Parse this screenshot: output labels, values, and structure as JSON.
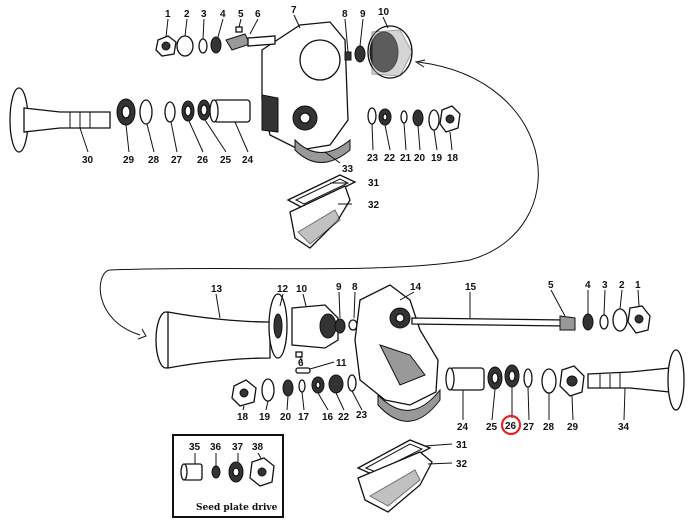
{
  "top": {
    "n1": "1",
    "n2": "2",
    "n3": "3",
    "n4": "4",
    "n5": "5",
    "n6": "6",
    "n7": "7",
    "n8": "8",
    "n9": "9",
    "n10": "10",
    "n30": "30",
    "n29": "29",
    "n28": "28",
    "n27": "27",
    "n26": "26",
    "n25": "25",
    "n24": "24",
    "n23": "23",
    "n22": "22",
    "n21": "21",
    "n20": "20",
    "n19": "19",
    "n18": "18",
    "n33": "33",
    "n31": "31",
    "n32": "32"
  },
  "bottom": {
    "n13": "13",
    "n12": "12",
    "n10": "10",
    "n9": "9",
    "n8": "8",
    "n14": "14",
    "n15": "15",
    "n5": "5",
    "n4": "4",
    "n3": "3",
    "n2": "2",
    "n1": "1",
    "n6": "6",
    "n11": "11",
    "n18": "18",
    "n19": "19",
    "n20": "20",
    "n17": "17",
    "n16": "16",
    "n22": "22",
    "n23": "23",
    "n24": "24",
    "n25": "25",
    "n26": "26",
    "n27": "27",
    "n28": "28",
    "n29": "29",
    "n34": "34",
    "n31": "31",
    "n32": "32"
  },
  "inset": {
    "n35": "35",
    "n36": "36",
    "n37": "37",
    "n38": "38",
    "caption": "Seed plate drive"
  },
  "highlight": {
    "label": "26",
    "color": "#e8231e"
  }
}
